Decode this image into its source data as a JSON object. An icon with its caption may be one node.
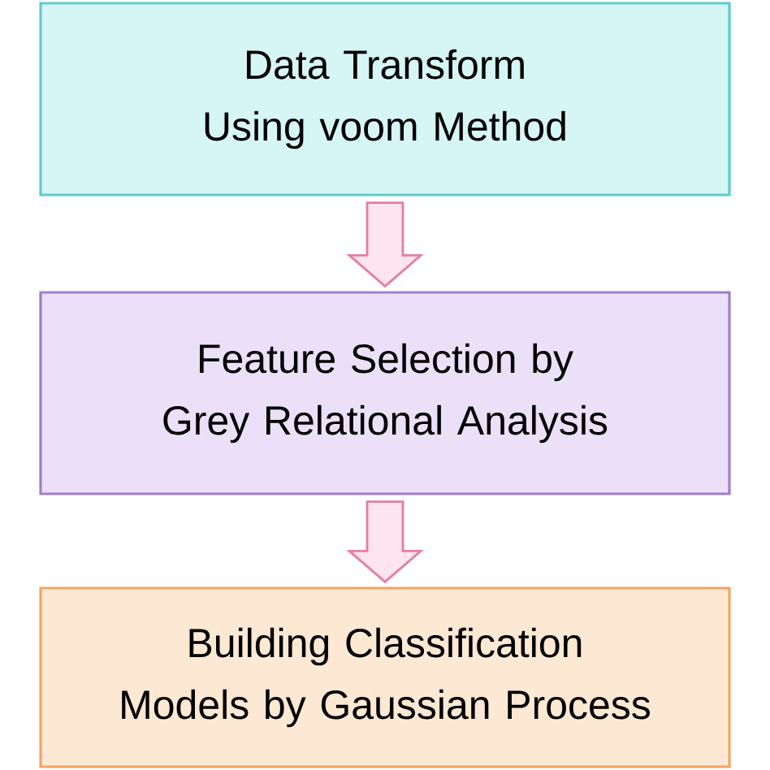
{
  "diagram": {
    "nodes": [
      {
        "text": [
          "Data Transform Using voom Method"
        ]
      },
      {
        "text": [
          "Feature Selection by Grey Relational Analysis"
        ]
      },
      {
        "text": [
          "Building Classification Models by Gaussian Process"
        ]
      }
    ],
    "edges": [
      {
        "from": 0,
        "to": 1,
        "arrow": "to"
      },
      {
        "from": 1,
        "to": 2,
        "arrow": "to"
      }
    ]
  }
}
